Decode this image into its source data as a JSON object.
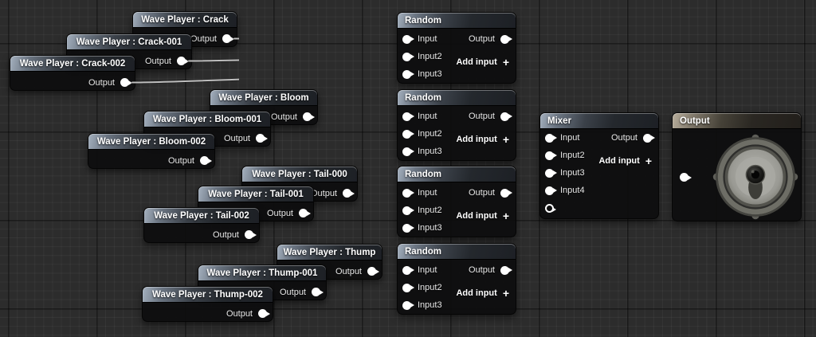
{
  "graph": {
    "type": "sound-cue-node-graph",
    "background_color": "#2c2c2c",
    "wire_color": "#bfbfbf",
    "wave_header_color": "#a5b1bf",
    "output_header_color": "#b9af9d"
  },
  "ui": {
    "plus": "+"
  },
  "nodes": [
    {
      "id": "crack",
      "title": "Wave Player : Crack",
      "output_label": "Output"
    },
    {
      "id": "crack001",
      "title": "Wave Player : Crack-001",
      "output_label": "Output"
    },
    {
      "id": "crack002",
      "title": "Wave Player : Crack-002",
      "output_label": "Output"
    },
    {
      "id": "bloom",
      "title": "Wave Player : Bloom",
      "output_label": "Output"
    },
    {
      "id": "bloom001",
      "title": "Wave Player : Bloom-001",
      "output_label": "Output"
    },
    {
      "id": "bloom002",
      "title": "Wave Player : Bloom-002",
      "output_label": "Output"
    },
    {
      "id": "tail000",
      "title": "Wave Player : Tail-000",
      "output_label": "Output"
    },
    {
      "id": "tail001",
      "title": "Wave Player : Tail-001",
      "output_label": "Output"
    },
    {
      "id": "tail002",
      "title": "Wave Player : Tail-002",
      "output_label": "Output"
    },
    {
      "id": "thump",
      "title": "Wave Player : Thump",
      "output_label": "Output"
    },
    {
      "id": "thump001",
      "title": "Wave Player : Thump-001",
      "output_label": "Output"
    },
    {
      "id": "thump002",
      "title": "Wave Player : Thump-002",
      "output_label": "Output"
    },
    {
      "id": "random1",
      "title": "Random",
      "inputs": [
        "Input",
        "Input2",
        "Input3"
      ],
      "output_label": "Output",
      "add_input_label": "Add input"
    },
    {
      "id": "random2",
      "title": "Random",
      "inputs": [
        "Input",
        "Input2",
        "Input3"
      ],
      "output_label": "Output",
      "add_input_label": "Add input"
    },
    {
      "id": "random3",
      "title": "Random",
      "inputs": [
        "Input",
        "Input2",
        "Input3"
      ],
      "output_label": "Output",
      "add_input_label": "Add input"
    },
    {
      "id": "random4",
      "title": "Random",
      "inputs": [
        "Input",
        "Input2",
        "Input3"
      ],
      "output_label": "Output",
      "add_input_label": "Add input"
    },
    {
      "id": "mixer",
      "title": "Mixer",
      "inputs": [
        "Input",
        "Input2",
        "Input3",
        "Input4"
      ],
      "output_label": "Output",
      "add_input_label": "Add input"
    },
    {
      "id": "speaker",
      "title": "Output"
    }
  ],
  "connections": [
    [
      "crack:out",
      "random1:in0"
    ],
    [
      "crack001:out",
      "random1:in1"
    ],
    [
      "crack002:out",
      "random1:in2"
    ],
    [
      "bloom:out",
      "random2:in0"
    ],
    [
      "bloom001:out",
      "random2:in1"
    ],
    [
      "bloom002:out",
      "random2:in2"
    ],
    [
      "tail000:out",
      "random3:in0"
    ],
    [
      "tail001:out",
      "random3:in1"
    ],
    [
      "tail002:out",
      "random3:in2"
    ],
    [
      "thump:out",
      "random4:in0"
    ],
    [
      "thump001:out",
      "random4:in1"
    ],
    [
      "thump002:out",
      "random4:in2"
    ],
    [
      "random1:out",
      "mixer:in0"
    ],
    [
      "random2:out",
      "mixer:in1"
    ],
    [
      "random3:out",
      "mixer:in2"
    ],
    [
      "random4:out",
      "mixer:in3"
    ],
    [
      "mixer:out",
      "speaker:in"
    ]
  ]
}
